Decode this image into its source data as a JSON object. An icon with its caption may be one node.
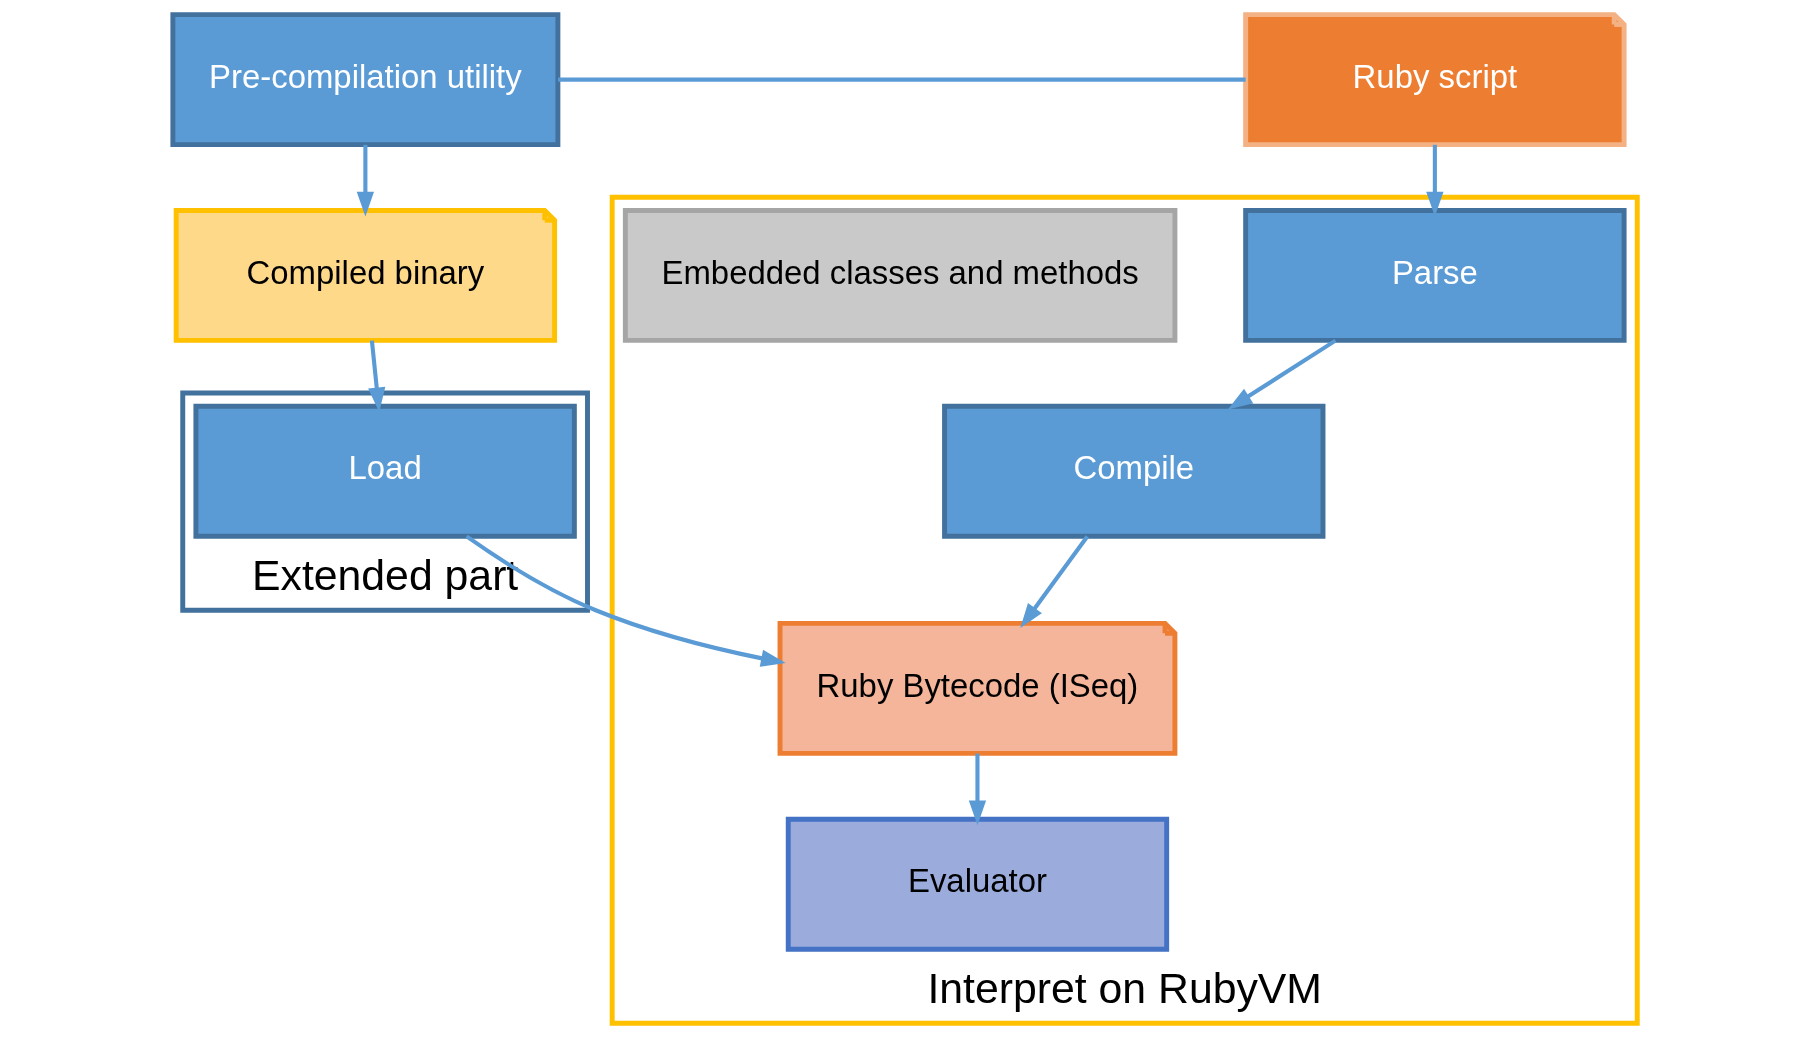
{
  "diagram": {
    "nodes": [
      {
        "text": [
          "Pre-compilation utility"
        ]
      },
      {
        "text": [
          "Ruby script"
        ]
      },
      {
        "text": [
          "Interpret on RubyVM"
        ]
      },
      {
        "text": [
          "Parse"
        ],
        "in": 2
      },
      {
        "text": [
          "Embedded classes and methods"
        ],
        "in": 2
      },
      {
        "text": [
          "Compiled binary"
        ]
      },
      {
        "text": [
          "Compile"
        ],
        "in": 2
      },
      {
        "text": [
          "Evaluator"
        ],
        "in": 2
      },
      {
        "text": [
          "Extended part"
        ]
      },
      {
        "text": [
          "Load"
        ],
        "in": 8
      },
      {
        "text": [
          "Ruby Bytecode (ISeq)"
        ],
        "in": 2
      }
    ],
    "edges": [
      {
        "from": 0,
        "to": 1,
        "arrow": "none"
      },
      {
        "from": 0,
        "to": 5,
        "arrow": "to"
      },
      {
        "from": 1,
        "to": 3,
        "arrow": "to"
      },
      {
        "from": 3,
        "to": 6,
        "arrow": "to"
      },
      {
        "from": 6,
        "to": 10,
        "arrow": "to"
      },
      {
        "from": 5,
        "to": 9,
        "arrow": "to"
      },
      {
        "from": 9,
        "to": 10,
        "arrow": "to"
      },
      {
        "from": 10,
        "to": 7,
        "arrow": "to"
      }
    ]
  }
}
